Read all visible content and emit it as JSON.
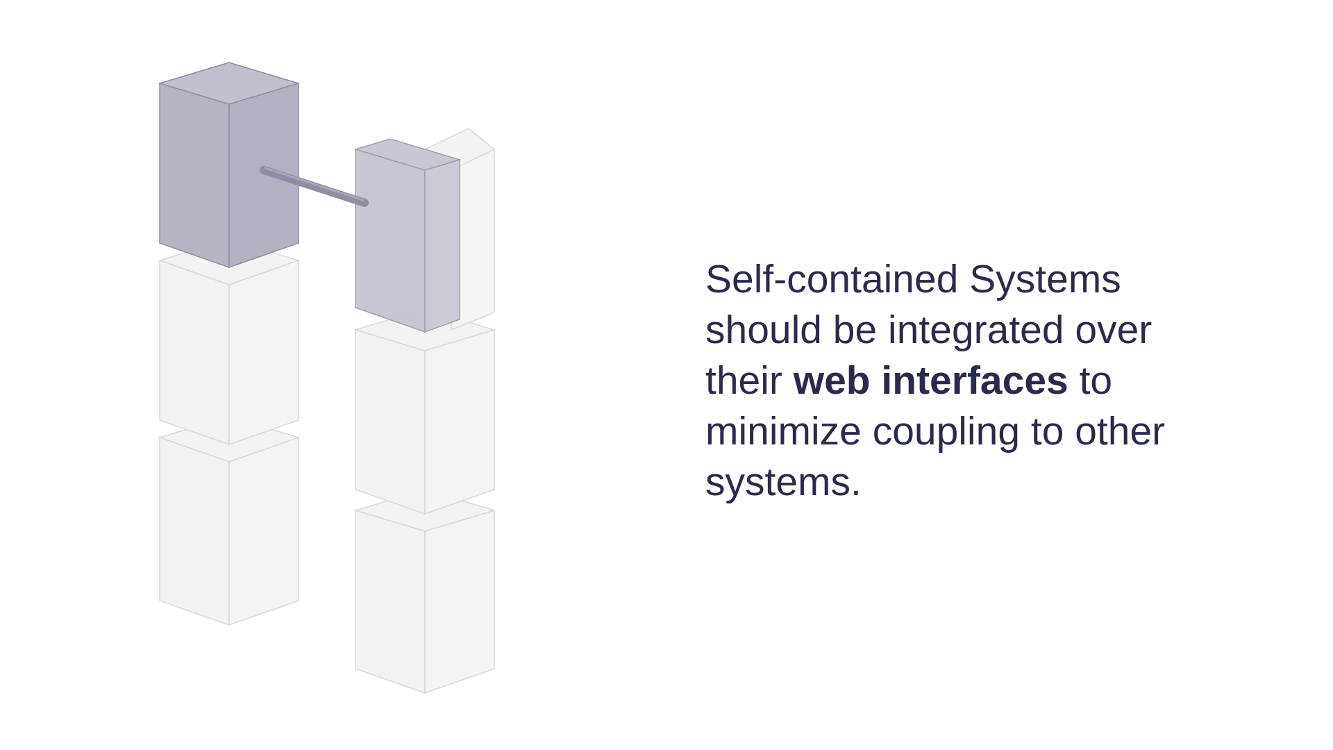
{
  "colors": {
    "background": "#ffffff",
    "text": "#2a2a4c",
    "highlight_front": "#b1b0c0",
    "highlight_top": "#bdbccb",
    "secondary_front": "#c6c5d0",
    "faded_box": "#f3f3f3",
    "faded_edge": "#d8d8d8",
    "connector": "#8e8da2"
  },
  "diagram": {
    "icon": "two-stacks-of-isometric-boxes-connected",
    "highlighted_box_count": 2,
    "faded_box_count": 5
  },
  "caption": {
    "line1": "Self-contained Systems",
    "line2": "should be integrated over",
    "line3_before": "their ",
    "line3_emphasis": "web interfaces",
    "line3_after": " to",
    "line4": "minimize coupling to other",
    "line5": "systems."
  }
}
